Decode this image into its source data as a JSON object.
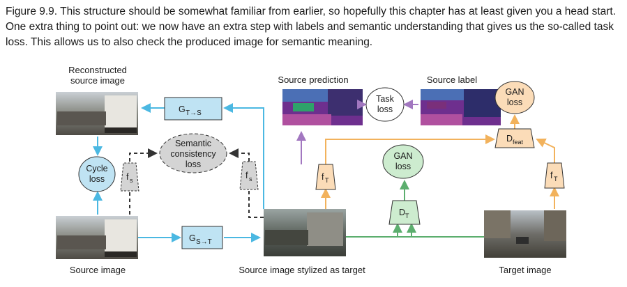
{
  "caption": "Figure 9.9. This structure should be somewhat familiar from earlier, so hopefully this chapter has at least given you a head start. One extra thing to point out: we now have an extra step with labels and semantic understanding that gives us the so-called task loss. This allows us to also check the produced image for semantic meaning.",
  "labels": {
    "reconstructed_1": "Reconstructed",
    "reconstructed_2": "source image",
    "source_prediction": "Source prediction",
    "source_label": "Source label",
    "source_image": "Source image",
    "stylized": "Source image stylized as target",
    "target_image": "Target image"
  },
  "nodes": {
    "g_ts": "G",
    "g_ts_sub": "T→S",
    "g_st": "G",
    "g_st_sub": "S→T",
    "cycle_1": "Cycle",
    "cycle_2": "loss",
    "sem_1": "Semantic",
    "sem_2": "consistency",
    "sem_3": "loss",
    "fs": "f",
    "fs_sub": "s",
    "ft": "f",
    "ft_sub": "T",
    "task_1": "Task",
    "task_2": "loss",
    "gan_1": "GAN",
    "gan_2": "loss",
    "dt": "D",
    "dt_sub": "T",
    "dfeat": "D",
    "dfeat_sub": "feat"
  },
  "colors": {
    "blue_arrow": "#4bb8e2",
    "green_arrow": "#5cae6e",
    "orange_arrow": "#f2b25c",
    "purple_arrow": "#a277c0",
    "blue_fill": "#bfe3f3",
    "green_fill": "#cdeccf",
    "orange_fill": "#fbdcb8",
    "gray_fill": "#d4d4d4"
  }
}
